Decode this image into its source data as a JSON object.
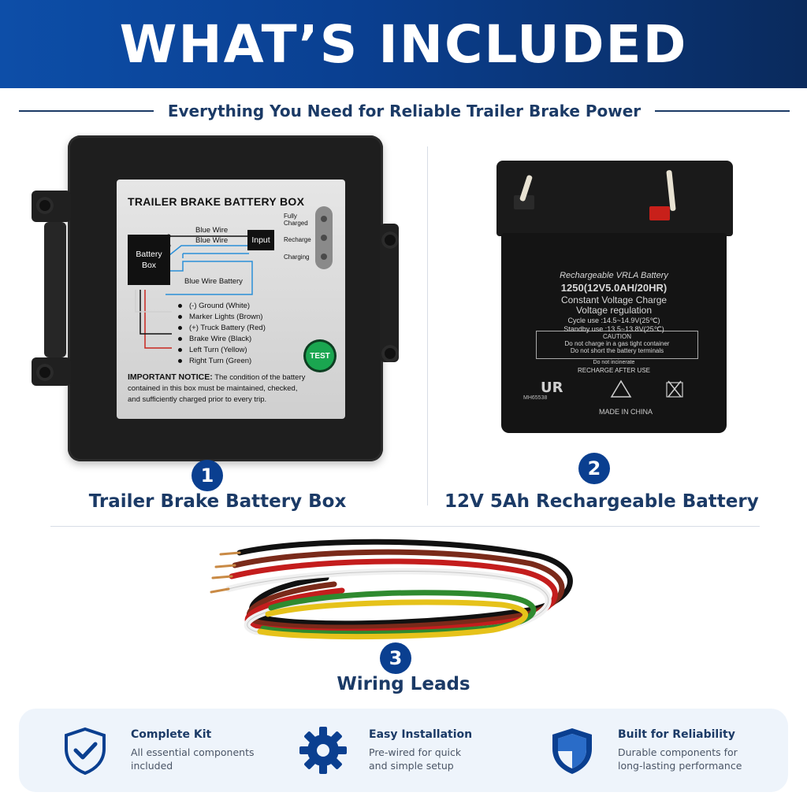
{
  "header": {
    "title": "WHAT’S INCLUDED"
  },
  "subtitle": "Everything You Need for Reliable Trailer Brake Power",
  "items": [
    {
      "number": "1",
      "label": "Trailer Brake Battery Box"
    },
    {
      "number": "2",
      "label": "12V 5Ah Rechargeable Battery"
    },
    {
      "number": "3",
      "label": "Wiring Leads"
    }
  ],
  "battery_box_label": {
    "title": "TRAILER BRAKE BATTERY BOX",
    "blue_wire_1": "Blue Wire",
    "blue_wire_2": "Blue Wire",
    "input": "Input",
    "battery_box": "Battery Box",
    "blue_wire_battery": "Blue Wire Battery",
    "fully_charged": "Fully Charged",
    "recharge": "Recharge",
    "charging": "Charging",
    "test": "TEST",
    "wires": [
      "(-) Ground (White)",
      "Marker Lights (Brown)",
      "(+) Truck Battery (Red)",
      "Brake Wire (Black)",
      "Left Turn (Yellow)",
      "Right Turn (Green)"
    ],
    "notice_heading": "IMPORTANT NOTICE:",
    "notice_text": "The condition of the battery contained in this box must be maintained, checked, and sufficiently charged prior to every trip."
  },
  "battery_label": {
    "line1": "Rechargeable VRLA Battery",
    "line2": "1250(12V5.0AH/20HR)",
    "line3": "Constant Voltage Charge",
    "line4": "Voltage regulation",
    "line5": "Cycle use  :14.5~14.9V(25℃)",
    "line6": "Standby use :13.5~13.8V(25℃)",
    "caution_title": "CAUTION",
    "caution_1": "Do not charge in a gas tight container",
    "caution_2": "Do not short the battery terminals",
    "caution_3": "Do not incinerate",
    "recharge": "RECHARGE AFTER USE",
    "cert": "MH65538",
    "made_in": "MADE IN CHINA"
  },
  "features": [
    {
      "title": "Complete Kit",
      "line1": "All essential components",
      "line2": "included",
      "icon": "shield-check-icon"
    },
    {
      "title": "Easy Installation",
      "line1": "Pre-wired for quick",
      "line2": "and simple setup",
      "icon": "gear-icon"
    },
    {
      "title": "Built for Reliability",
      "line1": "Durable components for",
      "line2": "long-lasting performance",
      "icon": "shield-icon"
    }
  ],
  "colors": {
    "header_blue": "#0a3f90",
    "text_navy": "#1b3a66",
    "badge_blue": "#0a3f90",
    "test_green": "#1aa650",
    "feature_bg": "#eef4fb"
  }
}
